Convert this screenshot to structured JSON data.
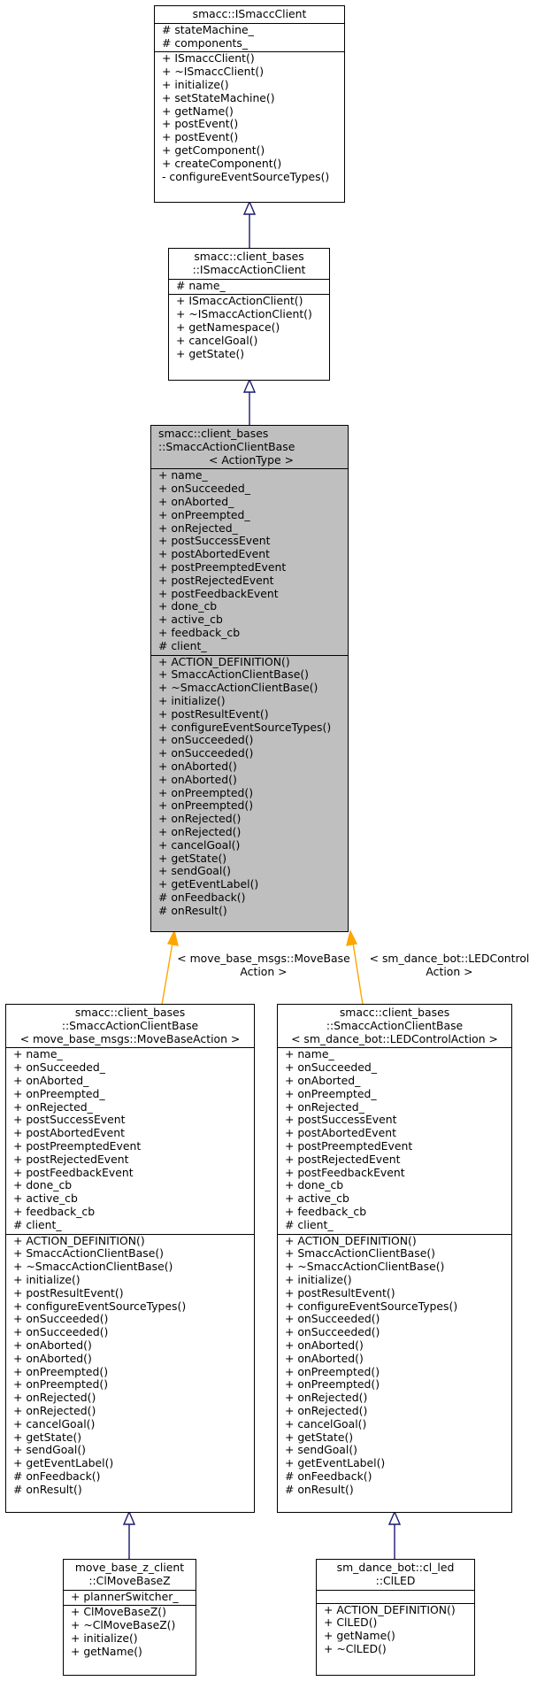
{
  "colors": {
    "highlight_fill": "#bfbfbf",
    "inherit_edge": "#191970",
    "template_edge": "#ffa500"
  },
  "classes": {
    "ismacc_client": {
      "title": [
        "smacc::ISmaccClient"
      ],
      "attributes": [
        "# stateMachine_",
        "# components_"
      ],
      "methods": [
        "+ ISmaccClient()",
        "+ ~ISmaccClient()",
        "+ initialize()",
        "+ setStateMachine()",
        "+ getName()",
        "+ postEvent()",
        "+ postEvent()",
        "+ getComponent()",
        "+ createComponent()",
        "- configureEventSourceTypes()"
      ]
    },
    "ismacc_action_client": {
      "title": [
        "smacc::client_bases",
        "::ISmaccActionClient"
      ],
      "attributes": [
        "# name_"
      ],
      "methods": [
        "+ ISmaccActionClient()",
        "+ ~ISmaccActionClient()",
        "+ getNamespace()",
        "+ cancelGoal()",
        "+ getState()"
      ]
    },
    "action_client_base": {
      "title": [
        "smacc::client_bases",
        "::SmaccActionClientBase",
        "< ActionType >"
      ],
      "attributes": [
        "+ name_",
        "+ onSucceeded_",
        "+ onAborted_",
        "+ onPreempted_",
        "+ onRejected_",
        "+ postSuccessEvent",
        "+ postAbortedEvent",
        "+ postPreemptedEvent",
        "+ postRejectedEvent",
        "+ postFeedbackEvent",
        "+ done_cb",
        "+ active_cb",
        "+ feedback_cb",
        "# client_"
      ],
      "methods": [
        "+ ACTION_DEFINITION()",
        "+ SmaccActionClientBase()",
        "+ ~SmaccActionClientBase()",
        "+ initialize()",
        "+ postResultEvent()",
        "+ configureEventSourceTypes()",
        "+ onSucceeded()",
        "+ onSucceeded()",
        "+ onAborted()",
        "+ onAborted()",
        "+ onPreempted()",
        "+ onPreempted()",
        "+ onRejected()",
        "+ onRejected()",
        "+ cancelGoal()",
        "+ getState()",
        "+ sendGoal()",
        "+ getEventLabel()",
        "# onFeedback()",
        "# onResult()"
      ]
    },
    "move_base_client_base": {
      "title": [
        "smacc::client_bases",
        "::SmaccActionClientBase",
        "< move_base_msgs::MoveBaseAction >"
      ],
      "attributes": [
        "+ name_",
        "+ onSucceeded_",
        "+ onAborted_",
        "+ onPreempted_",
        "+ onRejected_",
        "+ postSuccessEvent",
        "+ postAbortedEvent",
        "+ postPreemptedEvent",
        "+ postRejectedEvent",
        "+ postFeedbackEvent",
        "+ done_cb",
        "+ active_cb",
        "+ feedback_cb",
        "# client_"
      ],
      "methods": [
        "+ ACTION_DEFINITION()",
        "+ SmaccActionClientBase()",
        "+ ~SmaccActionClientBase()",
        "+ initialize()",
        "+ postResultEvent()",
        "+ configureEventSourceTypes()",
        "+ onSucceeded()",
        "+ onSucceeded()",
        "+ onAborted()",
        "+ onAborted()",
        "+ onPreempted()",
        "+ onPreempted()",
        "+ onRejected()",
        "+ onRejected()",
        "+ cancelGoal()",
        "+ getState()",
        "+ sendGoal()",
        "+ getEventLabel()",
        "# onFeedback()",
        "# onResult()"
      ]
    },
    "led_client_base": {
      "title": [
        "smacc::client_bases",
        "::SmaccActionClientBase",
        "< sm_dance_bot::LEDControlAction >"
      ],
      "attributes": [
        "+ name_",
        "+ onSucceeded_",
        "+ onAborted_",
        "+ onPreempted_",
        "+ onRejected_",
        "+ postSuccessEvent",
        "+ postAbortedEvent",
        "+ postPreemptedEvent",
        "+ postRejectedEvent",
        "+ postFeedbackEvent",
        "+ done_cb",
        "+ active_cb",
        "+ feedback_cb",
        "# client_"
      ],
      "methods": [
        "+ ACTION_DEFINITION()",
        "+ SmaccActionClientBase()",
        "+ ~SmaccActionClientBase()",
        "+ initialize()",
        "+ postResultEvent()",
        "+ configureEventSourceTypes()",
        "+ onSucceeded()",
        "+ onSucceeded()",
        "+ onAborted()",
        "+ onAborted()",
        "+ onPreempted()",
        "+ onPreempted()",
        "+ onRejected()",
        "+ onRejected()",
        "+ cancelGoal()",
        "+ getState()",
        "+ sendGoal()",
        "+ getEventLabel()",
        "# onFeedback()",
        "# onResult()"
      ]
    },
    "cl_move_base_z": {
      "title": [
        "move_base_z_client",
        "::ClMoveBaseZ"
      ],
      "attributes": [
        "+ plannerSwitcher_"
      ],
      "methods": [
        "+ ClMoveBaseZ()",
        "+ ~ClMoveBaseZ()",
        "+ initialize()",
        "+ getName()"
      ]
    },
    "cl_led": {
      "title": [
        "sm_dance_bot::cl_led",
        "::ClLED"
      ],
      "attributes": [],
      "methods": [
        "+ ACTION_DEFINITION()",
        "+ ClLED()",
        "+ getName()",
        "+ ~ClLED()"
      ]
    }
  },
  "edge_labels": {
    "move_base_binding": [
      "< move_base_msgs::MoveBase",
      "Action >"
    ],
    "led_binding": [
      "< sm_dance_bot::LEDControl",
      "Action >"
    ]
  }
}
